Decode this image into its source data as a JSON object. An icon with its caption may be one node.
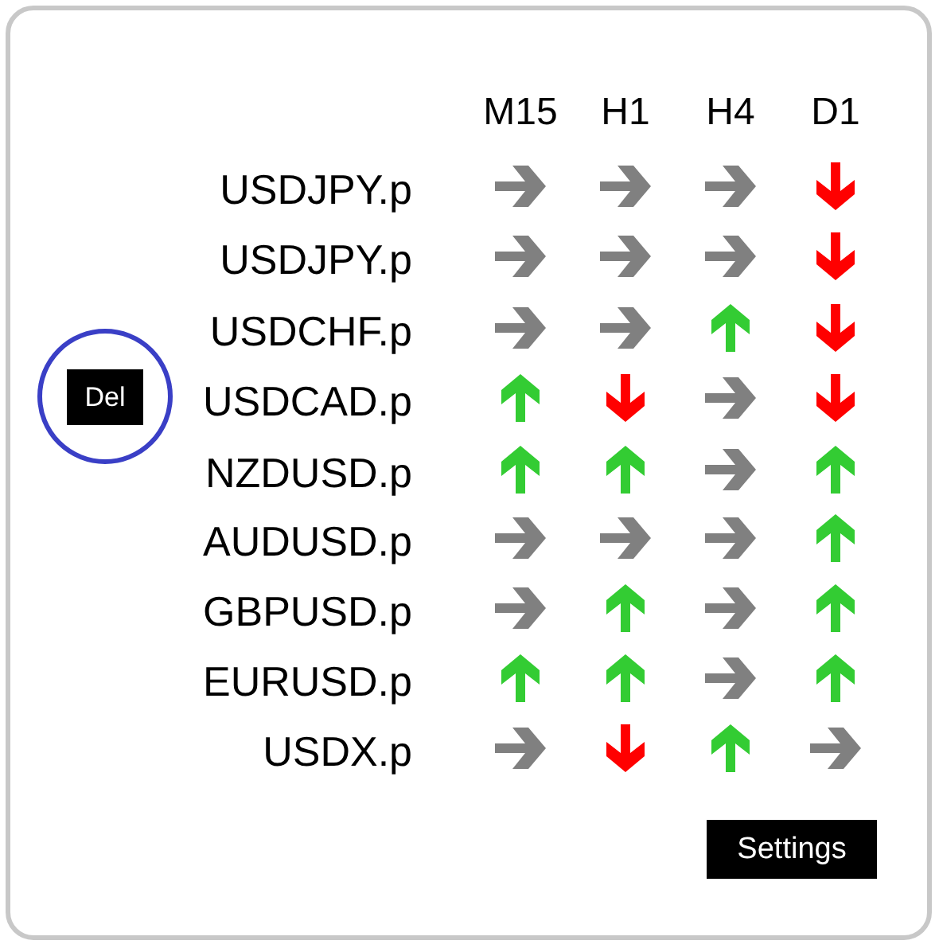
{
  "diagram": {
    "labels": [
      "M15",
      "H1",
      "H4",
      "D1",
      "USDJPY.p",
      "USDJPY.p",
      "USDCHF.p",
      "Del",
      "USDCAD.p",
      "NZDUSD.p",
      "AUDUSD.p",
      "GBPUSD.p",
      "EURUSD.p",
      "USDX.p",
      "Settings"
    ]
  }
}
